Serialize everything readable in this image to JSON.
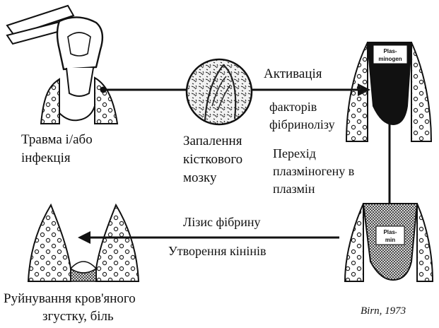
{
  "figure": {
    "labels": {
      "trauma_line1": "Травма і/або",
      "trauma_line2": "інфекція",
      "inflammation_line1": "Запалення",
      "inflammation_line2": "кісткового",
      "inflammation_line3": "мозку",
      "activation": "Активація",
      "factors_line1": "факторів",
      "factors_line2": "фібринолізу",
      "transition_line1": "Перехід",
      "transition_line2": "плазміногену в",
      "transition_line3": "плазмін",
      "lysis": "Лізис фібрину",
      "kinins": "Утворення кінінів",
      "destruction_line1": "Руйнування кров'яного",
      "destruction_line2": "згустку, біль",
      "citation": "Birn, 1973",
      "plasminogen_line1": "Plas-",
      "plasminogen_line2": "minogen",
      "plasmin_line1": "Plas-",
      "plasmin_line2": "min"
    }
  }
}
